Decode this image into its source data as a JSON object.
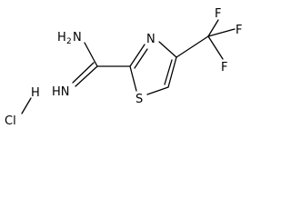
{
  "molecule": {
    "labels": {
      "amine_n": "N",
      "amine_h": "H",
      "amine_h_count": "2",
      "imine": "HN",
      "ring_n": "N",
      "ring_s": "S",
      "f1": "F",
      "f2": "F",
      "f3": "F",
      "salt_h": "H",
      "salt_cl": "Cl"
    }
  },
  "colors": {
    "ink": "#000000",
    "background": "#ffffff"
  }
}
